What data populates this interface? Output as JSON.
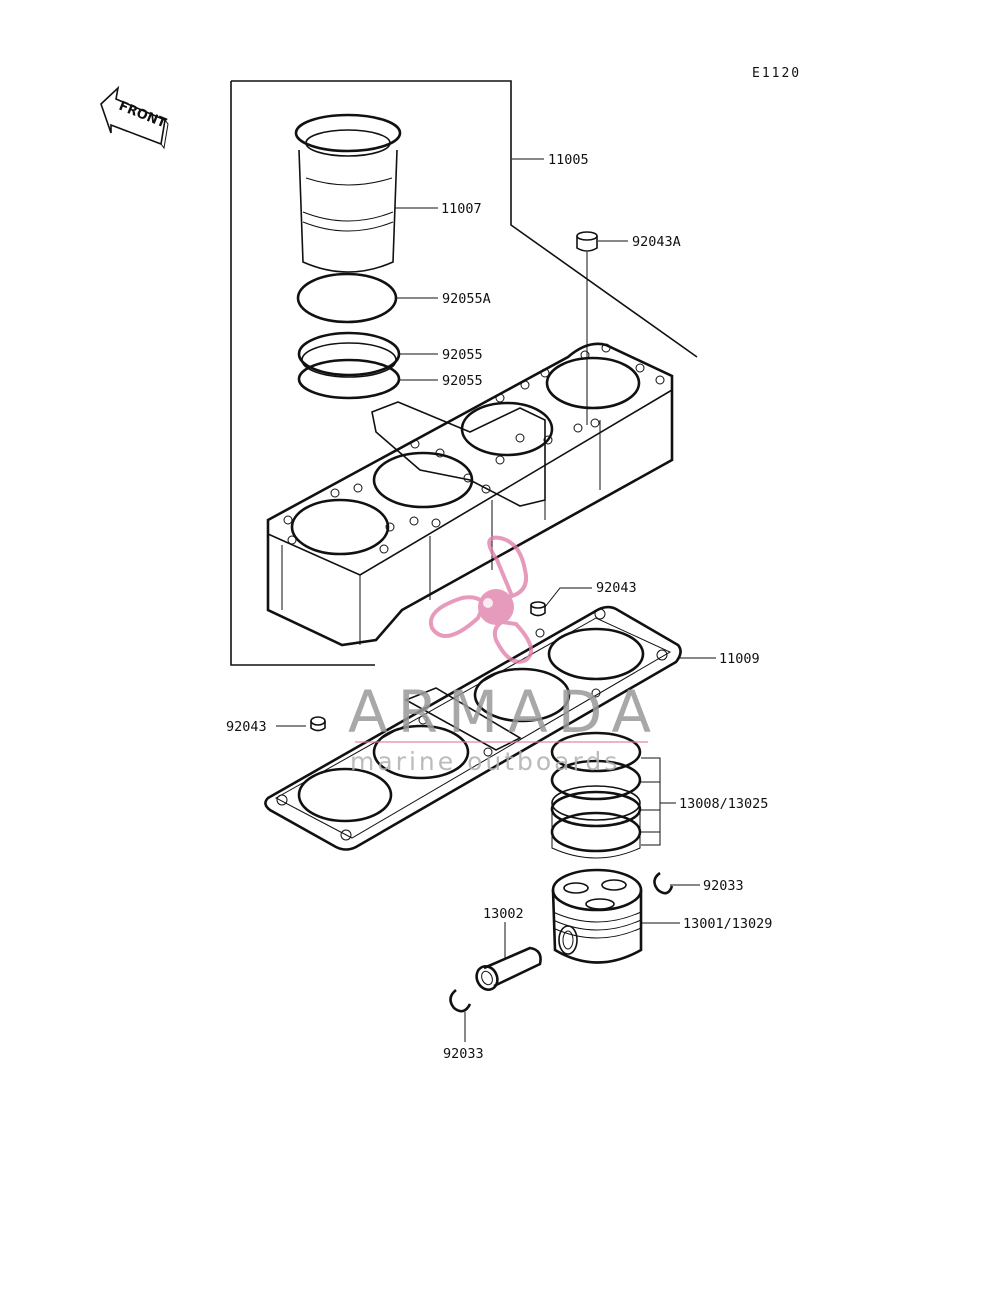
{
  "diagram": {
    "code": "E1120",
    "front_label": "FRONT",
    "parts": [
      {
        "id": "11005",
        "label": "11005"
      },
      {
        "id": "11007",
        "label": "11007"
      },
      {
        "id": "92043A",
        "label": "92043A"
      },
      {
        "id": "92055A",
        "label": "92055A"
      },
      {
        "id": "92055-upper",
        "label": "92055"
      },
      {
        "id": "92055-lower",
        "label": "92055"
      },
      {
        "id": "92043-right",
        "label": "92043"
      },
      {
        "id": "11009",
        "label": "11009"
      },
      {
        "id": "92043-left",
        "label": "92043"
      },
      {
        "id": "13008-13025",
        "label": "13008/13025"
      },
      {
        "id": "92033-right",
        "label": "92033"
      },
      {
        "id": "13002",
        "label": "13002"
      },
      {
        "id": "13001-13029",
        "label": "13001/13029"
      },
      {
        "id": "92033-bottom",
        "label": "92033"
      }
    ]
  },
  "watermark": {
    "brand": "ARMADA",
    "tagline": "marine outboards",
    "color": "#e07aa6"
  }
}
